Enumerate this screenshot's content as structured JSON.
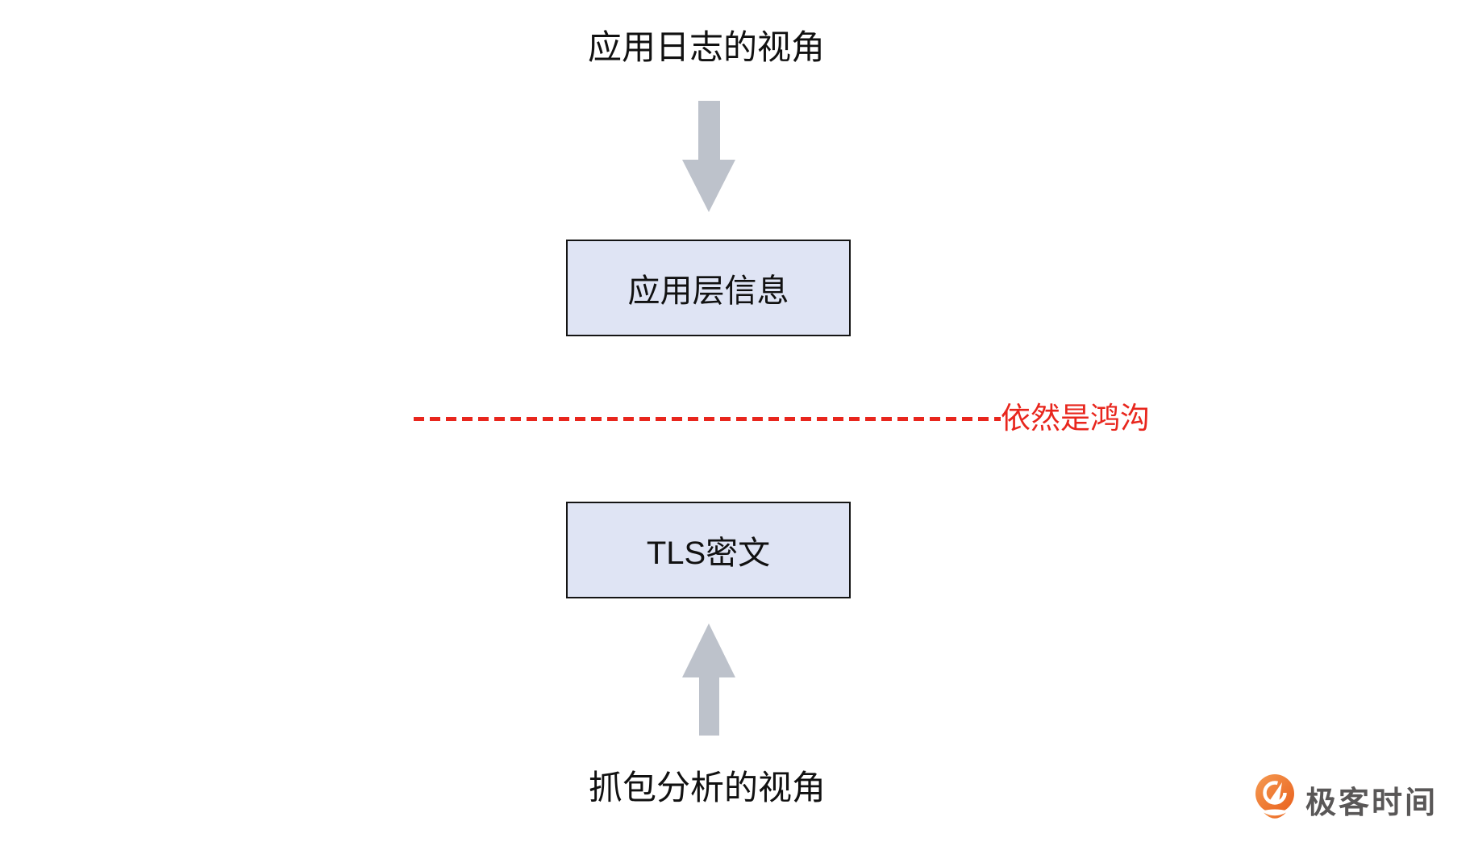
{
  "diagram": {
    "top_perspective_label": "应用日志的视角",
    "bottom_perspective_label": "抓包分析的视角",
    "app_layer_box_label": "应用层信息",
    "tls_box_label": "TLS密文",
    "gap_label": "依然是鸿沟"
  },
  "logo": {
    "text": "极客时间",
    "icon": "geektime-pin-icon"
  },
  "colors": {
    "box_fill": "#dfe4f4",
    "box_border": "#141414",
    "arrow_gray": "#bdc2cb",
    "gap_red": "#e8261d",
    "logo_orange": "#ee7326",
    "logo_orange_light": "#f59b52",
    "logo_text_gray": "#595757",
    "text_black": "#111111",
    "background": "#ffffff"
  }
}
